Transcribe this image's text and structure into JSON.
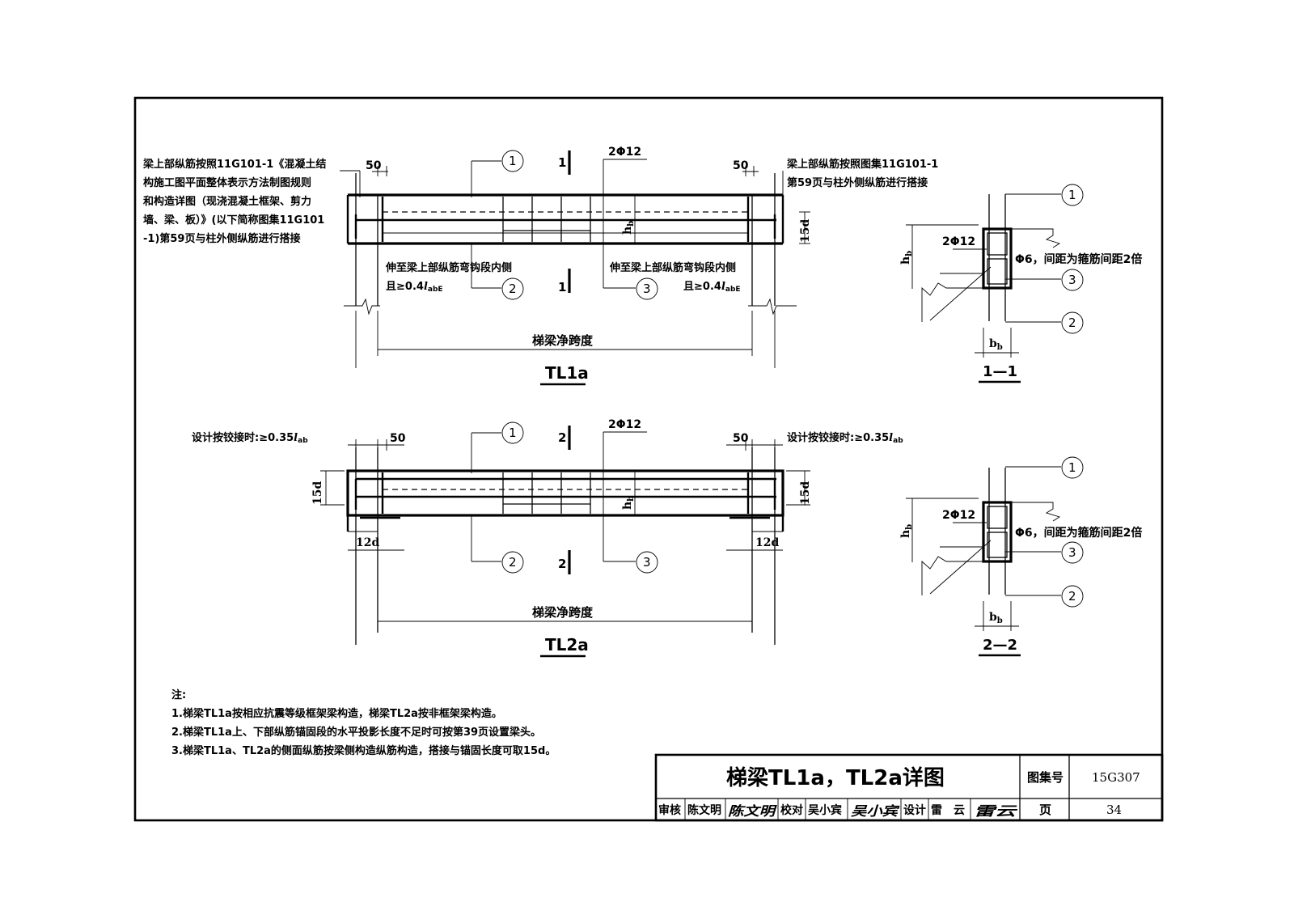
{
  "top": {
    "title": "TL1a",
    "section_mark": "1",
    "bar_label": "2Φ12",
    "dim_left_50": "50",
    "dim_right_50": "50",
    "note_left": [
      "梁上部纵筋按照11G101-1《混凝土结",
      "构施工图平面整体表示方法制图规则",
      "和构造详图（现浇混凝土框架、剪力",
      "墙、梁、板）》(以下简称图集11G101",
      "-1)第59页与柱外侧纵筋进行搭接"
    ],
    "note_right": [
      "梁上部纵筋按照图集11G101-1",
      "第59页与柱外侧纵筋进行搭接"
    ],
    "anchor_left": "伸至梁上部纵筋弯钩段内侧",
    "anchor_left_2": "且≥0.4",
    "anchor_right": "伸至梁上部纵筋弯钩段内侧",
    "anchor_right_2": "且≥0.4",
    "lab_main": "l",
    "lab_sub": "abE",
    "span": "梯梁净跨度",
    "dim_15d": "15d",
    "hb": "h",
    "hb_sub": "b",
    "circles": [
      "1",
      "2",
      "3"
    ]
  },
  "bottom": {
    "title": "TL2a",
    "section_mark": "2",
    "bar_label": "2Φ12",
    "dim_left_50": "50",
    "dim_right_50": "50",
    "hinge_left": "设计按铰接时:≥0.35",
    "hinge_right": "设计按铰接时:≥0.35",
    "lab_main": "l",
    "lab_sub": "ab",
    "dim_15d": "15d",
    "dim_12d": "12d",
    "span": "梯梁净跨度",
    "hb": "h",
    "hb_sub": "b",
    "circles": [
      "1",
      "2",
      "3"
    ]
  },
  "section1": {
    "title": "1—1",
    "bar": "2Φ12",
    "stirrup": "Φ6，间距为箍筋间距2倍",
    "hb": "h",
    "hb_sub": "b",
    "bb": "b",
    "bb_sub": "b",
    "circles": [
      "1",
      "3",
      "2"
    ]
  },
  "section2": {
    "title": "2—2",
    "bar": "2Φ12",
    "stirrup": "Φ6，间距为箍筋间距2倍",
    "hb": "h",
    "hb_sub": "b",
    "bb": "b",
    "bb_sub": "b",
    "circles": [
      "1",
      "3",
      "2"
    ]
  },
  "notes": {
    "heading": "注:",
    "items": [
      "1.梯梁TL1a按相应抗震等级框架梁构造，梯梁TL2a按非框架梁构造。",
      "2.梯梁TL1a上、下部纵筋锚固段的水平投影长度不足时可按第39页设置梁头。",
      "3.梯梁TL1a、TL2a的侧面纵筋按梁侧构造纵筋构造，搭接与锚固长度可取15d。"
    ]
  },
  "titleblock": {
    "title": "梯梁TL1a，TL2a详图",
    "atlas_label": "图集号",
    "atlas_no": "15G307",
    "page_label": "页",
    "page_no": "34",
    "review_label": "审核",
    "reviewer": "陈文明",
    "review_sign": "陈文明",
    "check_label": "校对",
    "checker": "吴小宾",
    "check_sign": "吴小宾",
    "design_label": "设计",
    "designer": "雷　云",
    "design_sign": "雷云"
  }
}
